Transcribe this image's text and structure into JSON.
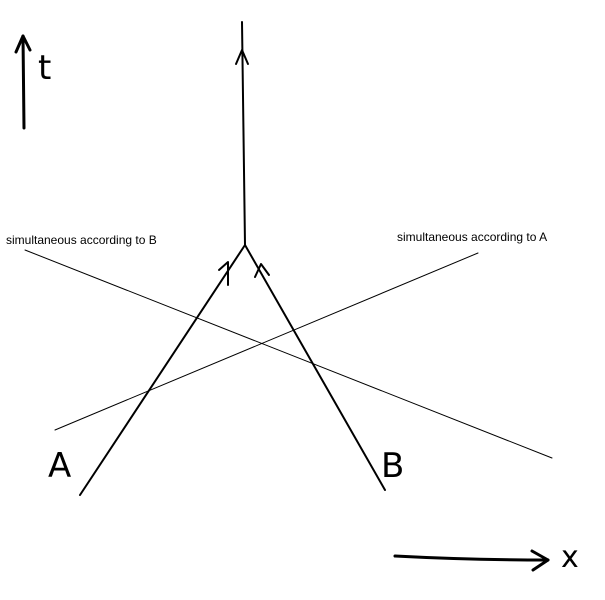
{
  "labels": {
    "t_axis": "t",
    "x_axis": "x",
    "worldline_a": "A",
    "worldline_b": "B",
    "simultaneous_b": "simultaneous according to B",
    "simultaneous_a": "simultaneous according to A"
  },
  "colors": {
    "ink": "#000000"
  }
}
